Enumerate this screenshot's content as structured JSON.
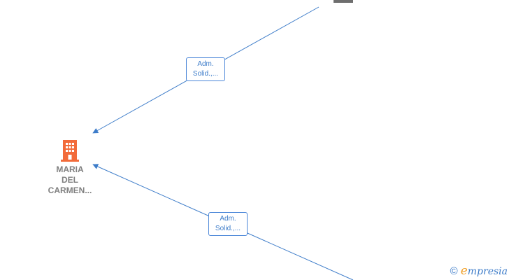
{
  "nodes": {
    "company": {
      "lines": [
        "MARIA",
        "DEL",
        "CARMEN..."
      ],
      "icon": "building-icon",
      "color": "#f26b3a"
    }
  },
  "edges": [
    {
      "label_line1": "Adm.",
      "label_line2": "Solid.,..."
    },
    {
      "label_line1": "Adm.",
      "label_line2": "Solid.,..."
    }
  ],
  "brand": {
    "copyright": "©",
    "first_letter": "e",
    "rest": "mpresia"
  },
  "colors": {
    "edge": "#3d7cc9",
    "node_text": "#808080",
    "company_icon": "#f26b3a",
    "brand_accent": "#f0a22e"
  }
}
